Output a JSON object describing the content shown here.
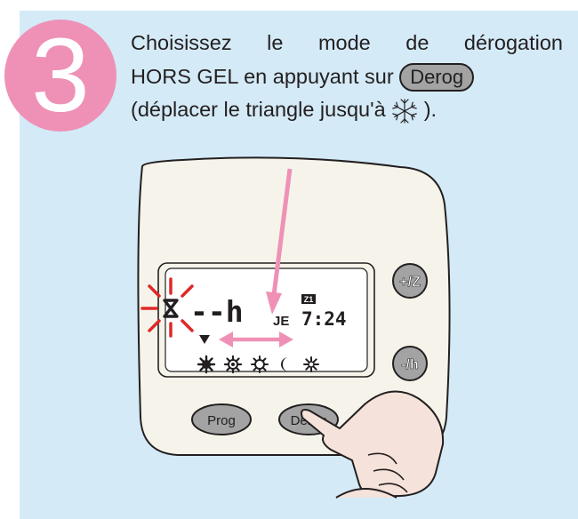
{
  "step_number": "3",
  "instruction": {
    "line1_words": [
      "Choisissez",
      "le",
      "mode",
      "de",
      "dérogation"
    ],
    "line2_prefix": "HORS GEL en appuyant sur",
    "line2_button": "Derog",
    "line3_prefix": "(déplacer le triangle jusqu'à",
    "line3_suffix": ")."
  },
  "lcd": {
    "display_dashes": "--h",
    "day": "JE",
    "time": "7:24",
    "zone": "Z1"
  },
  "buttons": {
    "plus_zone": "+/Z",
    "minus_hour": "-/h",
    "prog": "Prog",
    "derog": "Derog"
  },
  "colors": {
    "panel_bg": "#d4eaf7",
    "accent_pink": "#ef91b6",
    "blink_red": "#e02828",
    "button_grey": "#a3a3a3"
  }
}
